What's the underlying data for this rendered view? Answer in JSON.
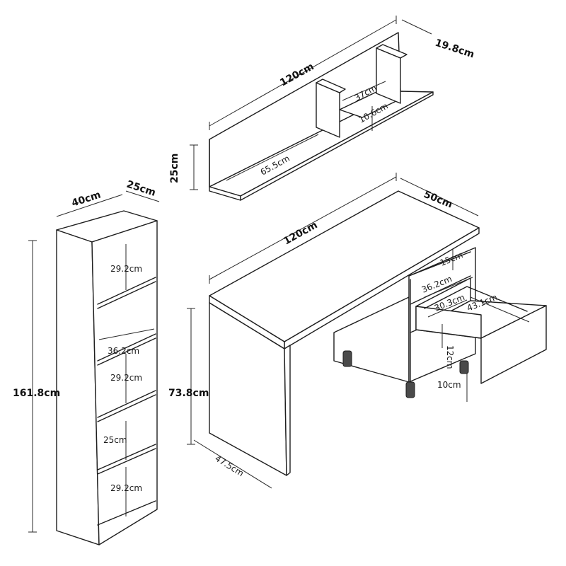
{
  "wall_shelf": {
    "width": "120cm",
    "depth": "19.8cm",
    "height": "25cm",
    "left_bay": "65.5cm",
    "right_bay_width": "37cm",
    "right_bay_height": "10.6cm"
  },
  "bookcase": {
    "width": "40cm",
    "depth": "25cm",
    "height": "161.8cm",
    "shelf_1": "29.2cm",
    "shelf_2": "36.2cm",
    "shelf_3": "29.2cm",
    "shelf_4": "25cm",
    "shelf_5": "29.2cm"
  },
  "desk": {
    "width": "120cm",
    "depth": "50cm",
    "height": "73.8cm",
    "leg_depth": "47.5cm",
    "drawer_top_gap": "15cm",
    "cabinet_width": "36.2cm",
    "drawer_inner_width": "30.3cm",
    "drawer_depth": "43.1cm",
    "drawer_height": "12cm",
    "foot_height": "10cm"
  }
}
